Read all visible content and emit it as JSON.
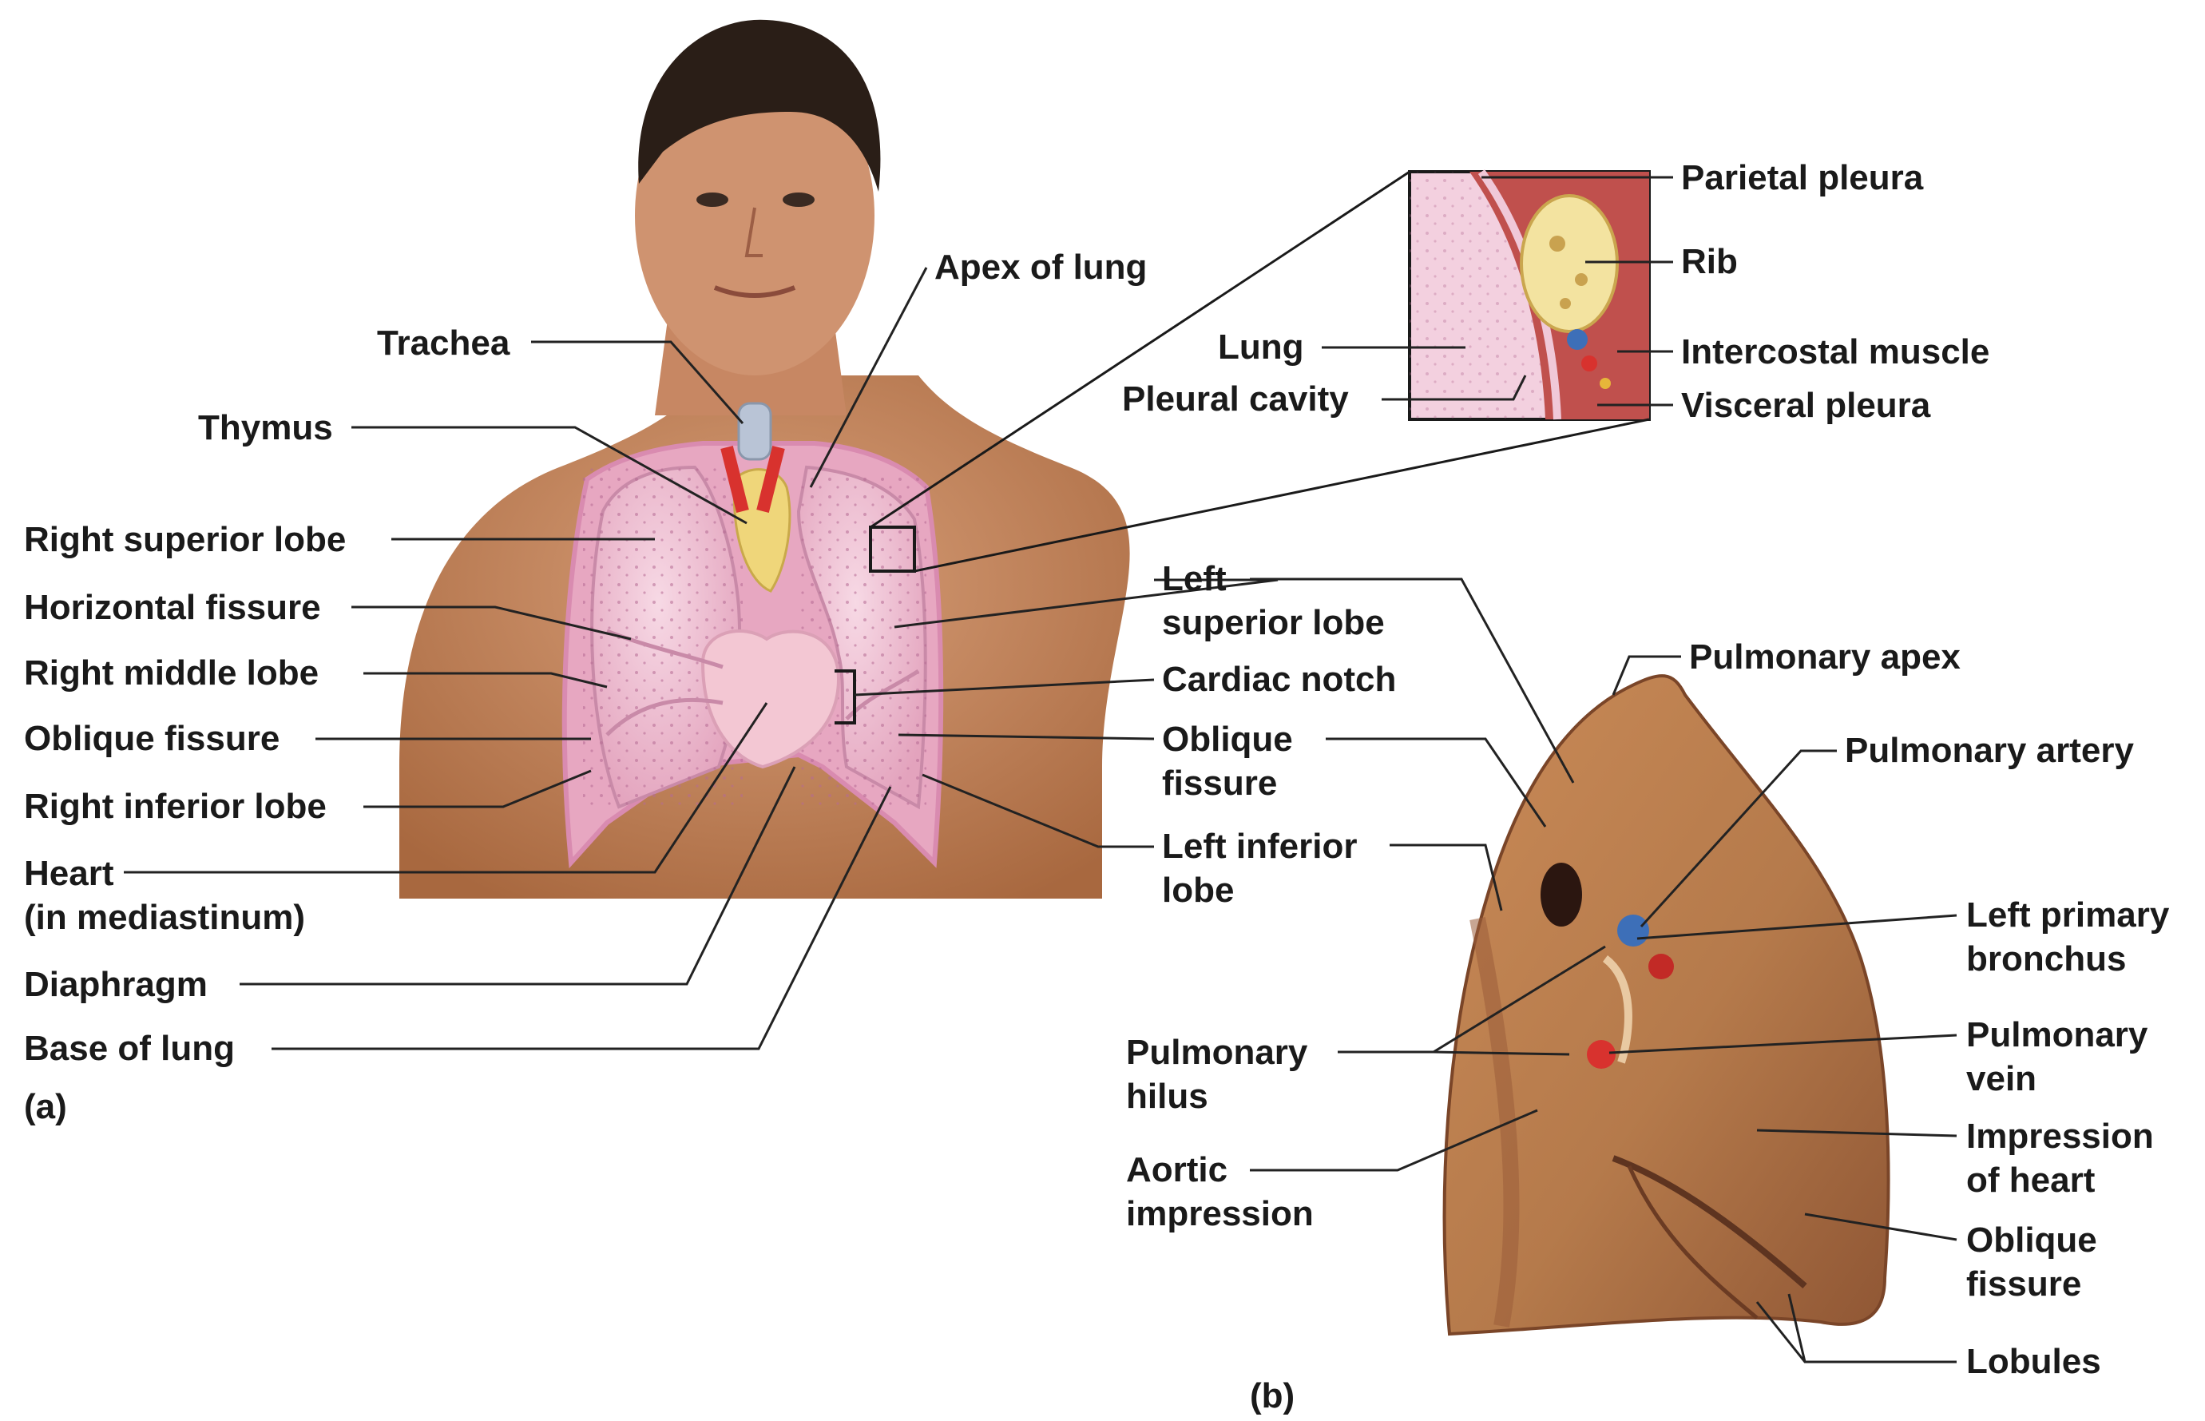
{
  "panel_a": {
    "tag": "(a)",
    "labels": {
      "apex_of_lung": "Apex of lung",
      "trachea": "Trachea",
      "thymus": "Thymus",
      "right_superior_lobe": "Right superior lobe",
      "horizontal_fissure": "Horizontal fissure",
      "right_middle_lobe": "Right middle lobe",
      "oblique_fissure": "Oblique fissure",
      "right_inferior_lobe": "Right inferior lobe",
      "heart_line1": "Heart",
      "heart_line2": "(in mediastinum)",
      "diaphragm": "Diaphragm",
      "base_of_lung": "Base of lung",
      "left_superior_lobe_line1": "Left",
      "left_superior_lobe_line2": "superior lobe",
      "cardiac_notch": "Cardiac notch",
      "oblique_fissure_left_line1": "Oblique",
      "oblique_fissure_left_line2": "fissure",
      "left_inferior_lobe_line1": "Left inferior",
      "left_inferior_lobe_line2": "lobe"
    }
  },
  "inset": {
    "labels": {
      "parietal_pleura": "Parietal pleura",
      "rib": "Rib",
      "lung": "Lung",
      "intercostal_muscle": "Intercostal muscle",
      "pleural_cavity": "Pleural cavity",
      "visceral_pleura": "Visceral pleura"
    }
  },
  "panel_b": {
    "tag": "(b)",
    "labels": {
      "pulmonary_apex": "Pulmonary apex",
      "pulmonary_artery": "Pulmonary artery",
      "left_primary_bronchus_line1": "Left primary",
      "left_primary_bronchus_line2": "bronchus",
      "pulmonary_vein_line1": "Pulmonary",
      "pulmonary_vein_line2": "vein",
      "impression_of_heart_line1": "Impression",
      "impression_of_heart_line2": "of heart",
      "oblique_fissure_line1": "Oblique",
      "oblique_fissure_line2": "fissure",
      "lobules": "Lobules",
      "pulmonary_hilus_line1": "Pulmonary",
      "pulmonary_hilus_line2": "hilus",
      "aortic_impression_line1": "Aortic",
      "aortic_impression_line2": "impression"
    }
  },
  "colors": {
    "skin": "#c98a62",
    "hair": "#2a1e17",
    "lung_pink": "#f2c6d8",
    "pleura": "#e9a9c4",
    "thymus_yellow": "#efd67a",
    "artery_red": "#d8322e",
    "specimen_brown": "#b7764a",
    "leader_line": "#222222"
  }
}
